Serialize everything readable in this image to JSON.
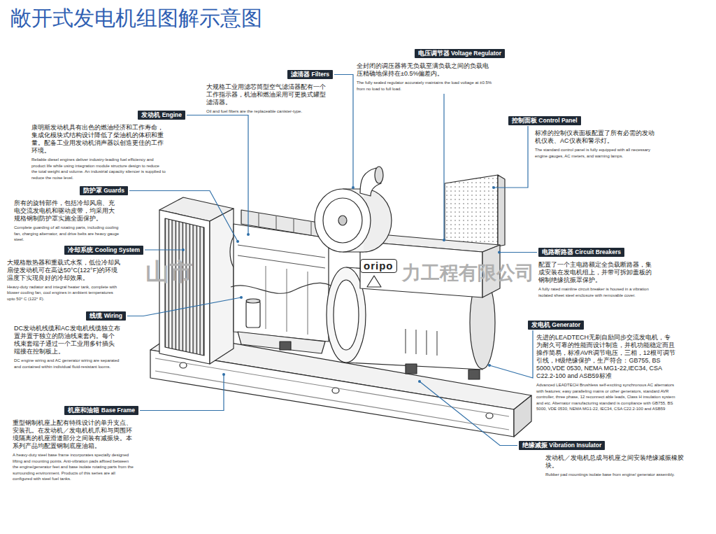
{
  "diagram": {
    "title": "敞开式发电机组图解示意图",
    "nodes": [
      {
        "text": [
          "电压调节器 Voltage Regulator",
          "全封闭的调压器将无负载至满负载之间的负载电压精确地保持在±0.5%偏差内。",
          "The fully sealed regulator accurately maintains the load voltage at ±0.5% from no load to full load."
        ]
      },
      {
        "text": [
          "滤清器 Filters",
          "大规格工业用滤芯筒型空气滤清器配有一个工作指示器，机油和燃油采用可更换式罐型滤清器。",
          "Oil and fuel filters are the replaceable canister-type."
        ]
      },
      {
        "text": [
          "发动机 Engine",
          "康明斯发动机具有出色的燃油经济和工作寿命，集成化模块式结构设计降低了柴油机的体积和重量。配备工业用发动机消声器以创造更佳的工作环境。",
          "Reliable diesel engines deliver industry-leading fuel efficiency and product life while using integration module structure design to reduce the total weight and volume. An industrial capacity silencer is supplied to reduce the noise level."
        ]
      },
      {
        "text": [
          "控制面板 Control Panel",
          "标准的控制仪表面板配置了所有必需的发动机仪表、AC仪表和警示灯。",
          "The standard control panel is fully equipped with all necessary engine gauges, AC meters, and warning lamps."
        ]
      },
      {
        "text": [
          "防护罩 Guards",
          "所有的旋转部件，包括冷却风扇、充电交流发电机和驱动皮带，均采用大规格钢制防护罩实施全面保护。",
          "Complete guarding of all rotating parts, including cooling fan, charging alternator, and drive belts are heavy gauge steel."
        ]
      },
      {
        "text": [
          "冷却系统 Cooling System",
          "大规格散热器和重载式水泵，低位冷却风扇使发动机可在高达50°C(122°F)的环境温度下实现良好的冷却效果。",
          "Heavy-duty radiator and integral heater tank, complete with blower cooling fan, cool engines in ambient temperatures upto 50° C (122° F)."
        ]
      },
      {
        "text": [
          "电路断路器 Circuit Breakers",
          "配置了一个主电路额定全负载断路器，集成安装在发电机组上，并带可拆卸盖板的钢制绝缘抗振罩保护。",
          "A fully rated mainline circuit breaker is housed in a vibration isolated sheet steel enclosure with removable cover."
        ]
      },
      {
        "text": [
          "线缆 Wiring",
          "DC发动机线缆和AC发电机线缆独立布置并置于独立的防油线束套内。每个线束套端子通过一个工业用多针插头端接在控制板上。",
          "DC engine wiring and AC generator wiring are separated and contained within individual fluid-resistant looms."
        ]
      },
      {
        "text": [
          "发电机 Generator",
          "先进的LEADTECH无刷自励同步交流发电机，专为耐久可靠的性能而设计制造，并机功能稳定而且操作简易，标准AVR调节电压，三相，12根可调节引线，H级绝缘保护，生产符合：GB755, BS 5000,VDE 0530, NEMA MG1-22,IEC34, CSA C22.2-100 and ASB59标准",
          "Advanced LEADTECH Brushless self-exciting synchronous AC alternators with features; easy paralleling mains or other generators, standard AVR controller, three phase, 12 reconnect able leads, Class H insulation system and etc. Alternator manufacturing standard is compliance with GB755, BS 5000, VDE 0530, NEMA MG1-22, IEC34, CSA C22.2-100 and ASB59"
        ]
      },
      {
        "text": [
          "机座和油箱 Base Frame",
          "重型钢制机座上配有特殊设计的单升支点、安装孔。在发动机／发电机机爪和与周围环境隔离的机座滑道部分之间装有减振块。本系列产品均配置钢制底座油箱。",
          "A heavy-duty steel base frame incorporates specially designed lifting and mounting points. Anti-vibration pads affixed between the engine/generator feet and base isolate rotating parts from the surrounding environment. Products of this series are all configured with steel fuel tanks."
        ]
      },
      {
        "text": [
          "绝缘减振 Vibration Insulator",
          "发动机／发电机总成与机座之间安装绝缘减振橡胶块。",
          "Rubber pad mountings isolate base from engine/ generator assembly."
        ]
      }
    ],
    "labels": [
      "oripo",
      "山市",
      "力工程有限公司"
    ]
  }
}
